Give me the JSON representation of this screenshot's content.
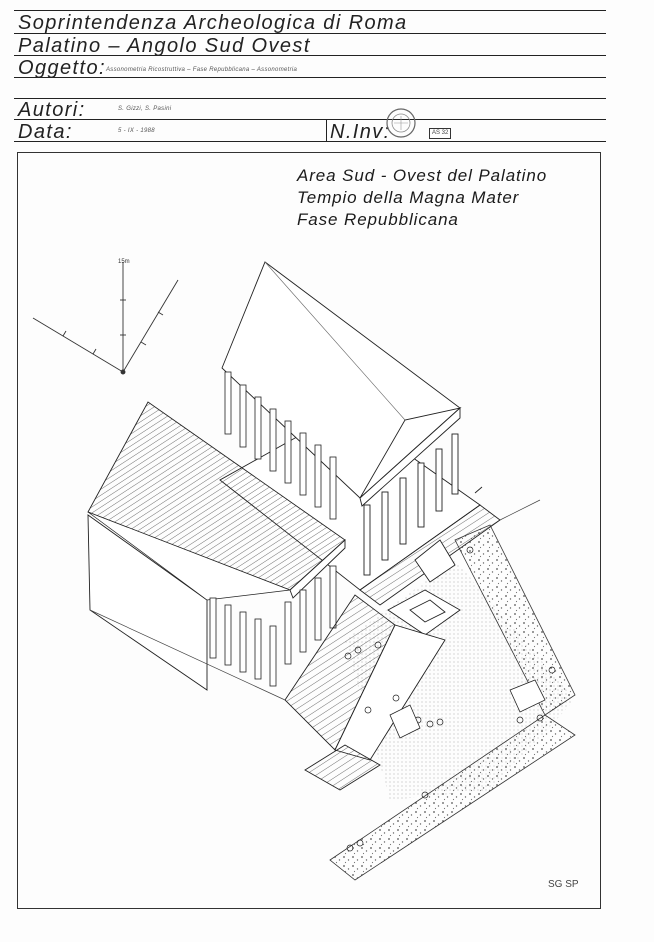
{
  "header": {
    "line1": "Soprintendenza Archeologica di Roma",
    "line2": "Palatino – Angolo Sud Ovest",
    "oggetto_label": "Oggetto:",
    "oggetto_value": "Assonometria Ricostruttiva – Fase Repubblicana – Assonometria",
    "autori_label": "Autori:",
    "autori_value": "S. Gizzi,   S. Pasini",
    "data_label": "Data:",
    "data_value": "5 - IX - 1988",
    "ninv_label": "N.Inv:",
    "ninv_value": "AS 32"
  },
  "drawing": {
    "title_line1": "Area Sud - Ovest del Palatino",
    "title_line2": "Tempio della Magna Mater",
    "title_line3": "Fase Repubblicana",
    "scale_label": "15m",
    "signature": "SG SP"
  }
}
